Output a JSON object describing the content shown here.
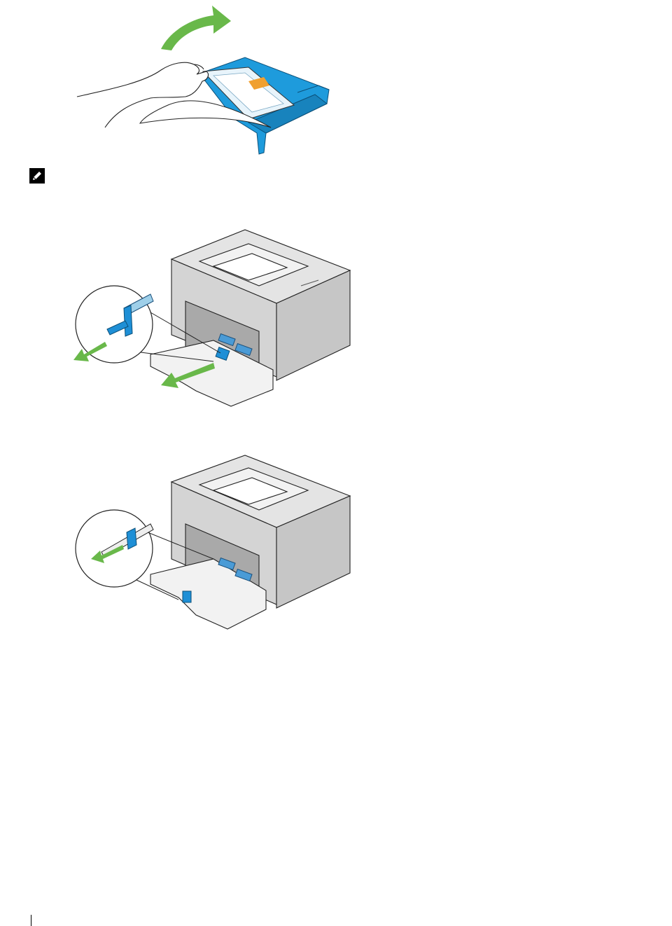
{
  "figures": [
    {
      "id": "fig-cover",
      "icon": "hand-lifting-tray-cover"
    },
    {
      "id": "fig-printer-1",
      "icon": "printer-extend-tray-and-slide-guide"
    },
    {
      "id": "fig-printer-2",
      "icon": "printer-slide-length-guide"
    }
  ],
  "note": {
    "icon": "pencil-note-icon"
  },
  "colors": {
    "tray_blue": "#1e9bdc",
    "arrow_green": "#69b84a",
    "tab_orange": "#f0a030",
    "printer_gray": "#dadada"
  }
}
